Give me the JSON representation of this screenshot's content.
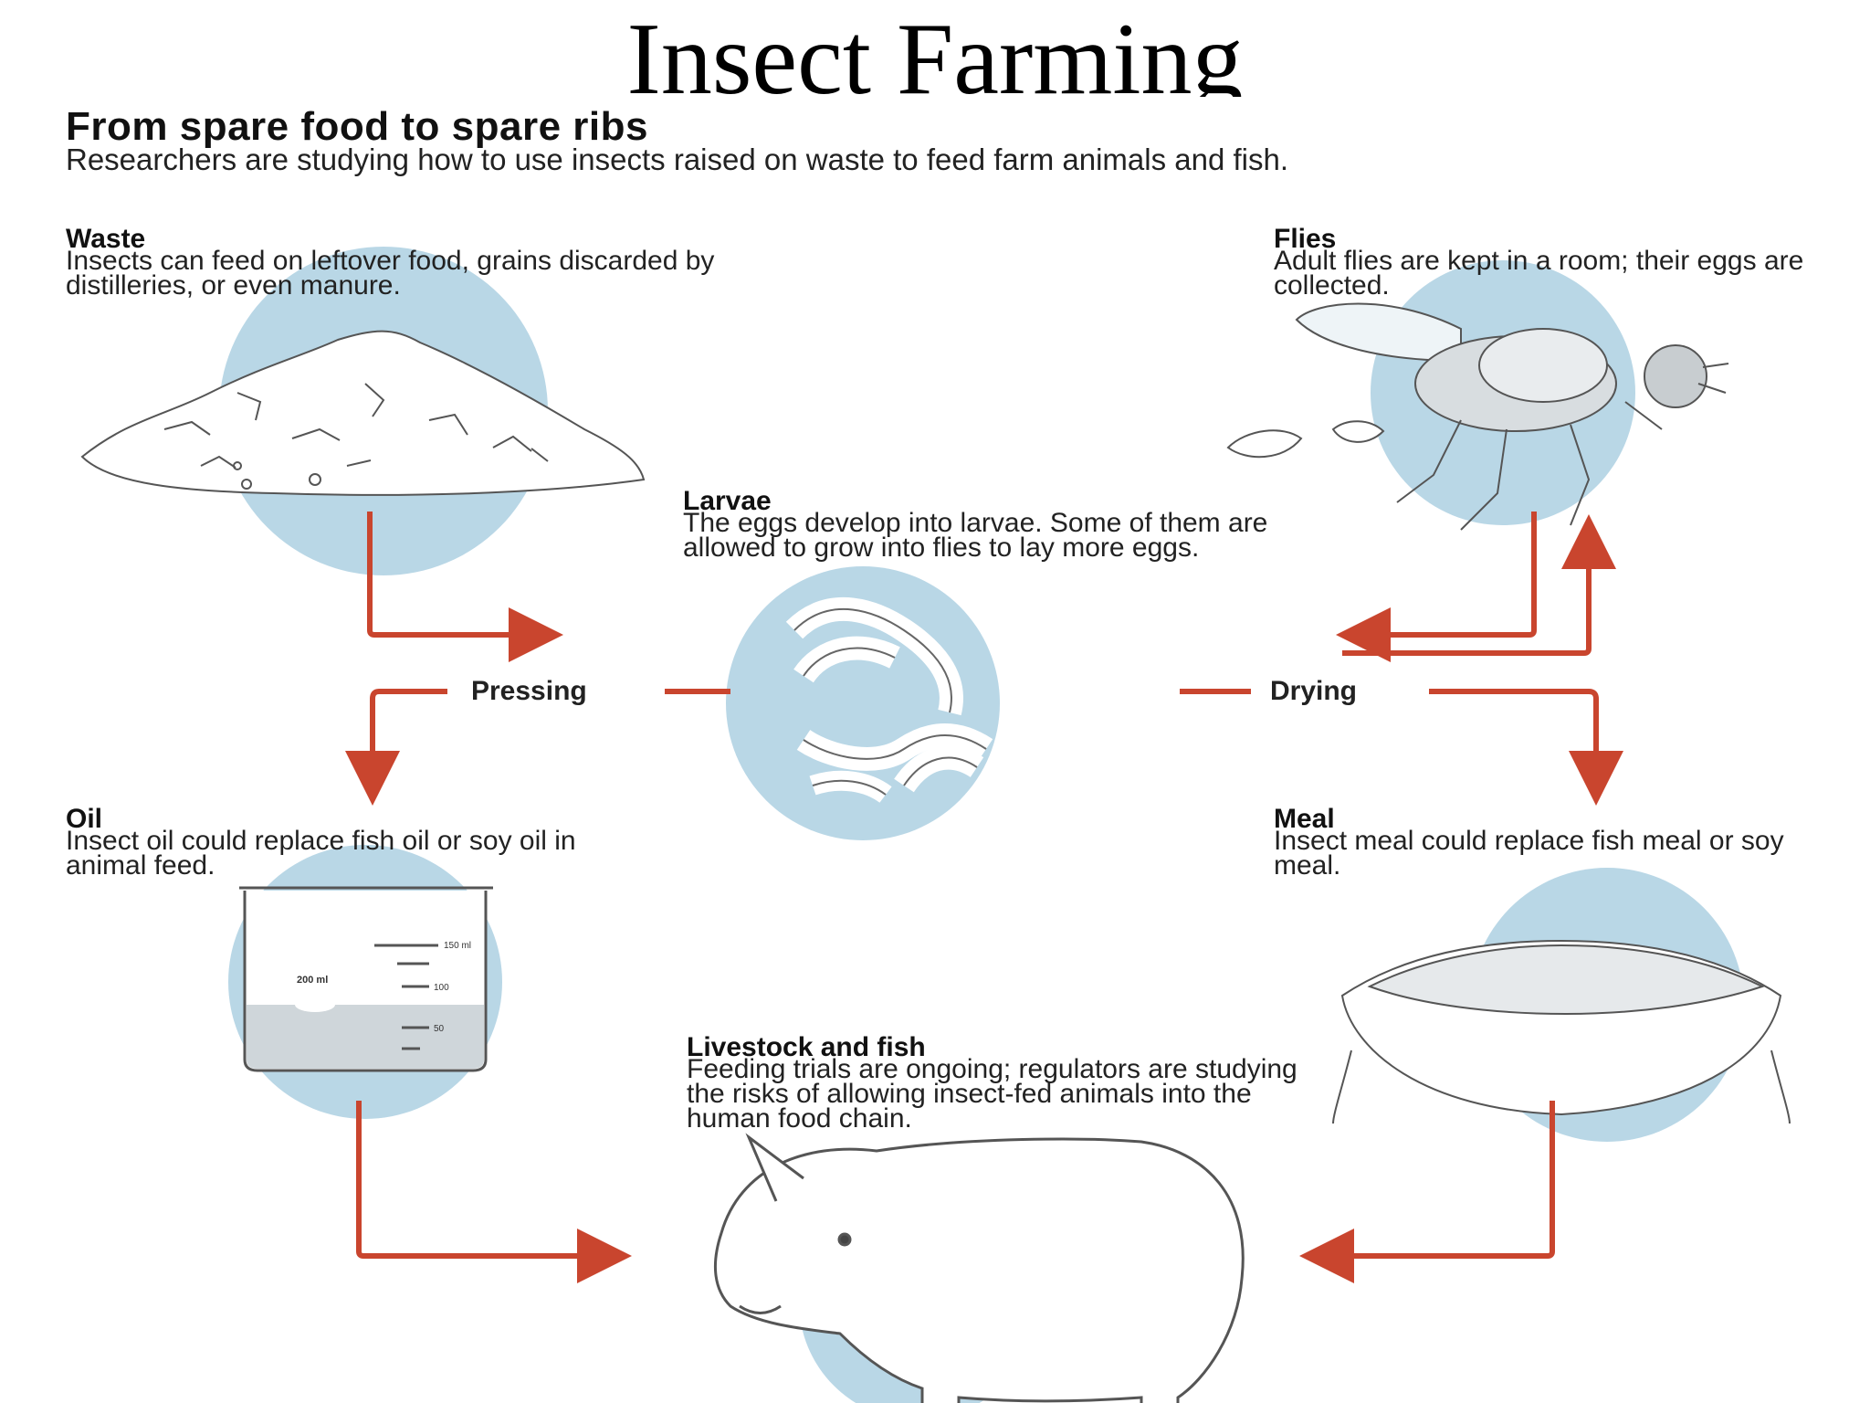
{
  "slide_title": "Insect Farming",
  "headline": "From spare food to spare ribs",
  "intro": "Researchers are studying how to use insects raised on waste to feed farm animals and fish.",
  "steps": {
    "waste": {
      "title": "Waste",
      "desc": "Insects can feed on leftover food, grains discarded by distilleries, or even manure."
    },
    "flies": {
      "title": "Flies",
      "desc": "Adult flies are kept in a room; their eggs are collected."
    },
    "larvae": {
      "title": "Larvae",
      "desc": "The eggs develop into larvae. Some of them are allowed to grow into flies to lay more eggs."
    },
    "oil": {
      "title": "Oil",
      "desc": "Insect oil could replace fish oil or soy oil in animal feed."
    },
    "meal": {
      "title": "Meal",
      "desc": "Insect meal could replace fish meal or soy meal."
    },
    "livestock": {
      "title": "Livestock and fish",
      "desc": "Feeding trials are ongoing; regulators are studying the risks of allowing insect-fed animals into the human food chain."
    }
  },
  "flow_labels": {
    "pressing": "Pressing",
    "drying": "Drying"
  },
  "beaker_marks": {
    "m150": "150 ml",
    "m200": "200 ml",
    "m100": "100",
    "m50": "50"
  },
  "colors": {
    "arrow": "#c9452e",
    "circle": "#b9d7e6",
    "line": "#444444"
  },
  "icons": [
    "waste-pile-illustration",
    "fly-illustration",
    "larvae-illustration",
    "beaker-illustration",
    "meal-hands-illustration",
    "pig-illustration"
  ]
}
